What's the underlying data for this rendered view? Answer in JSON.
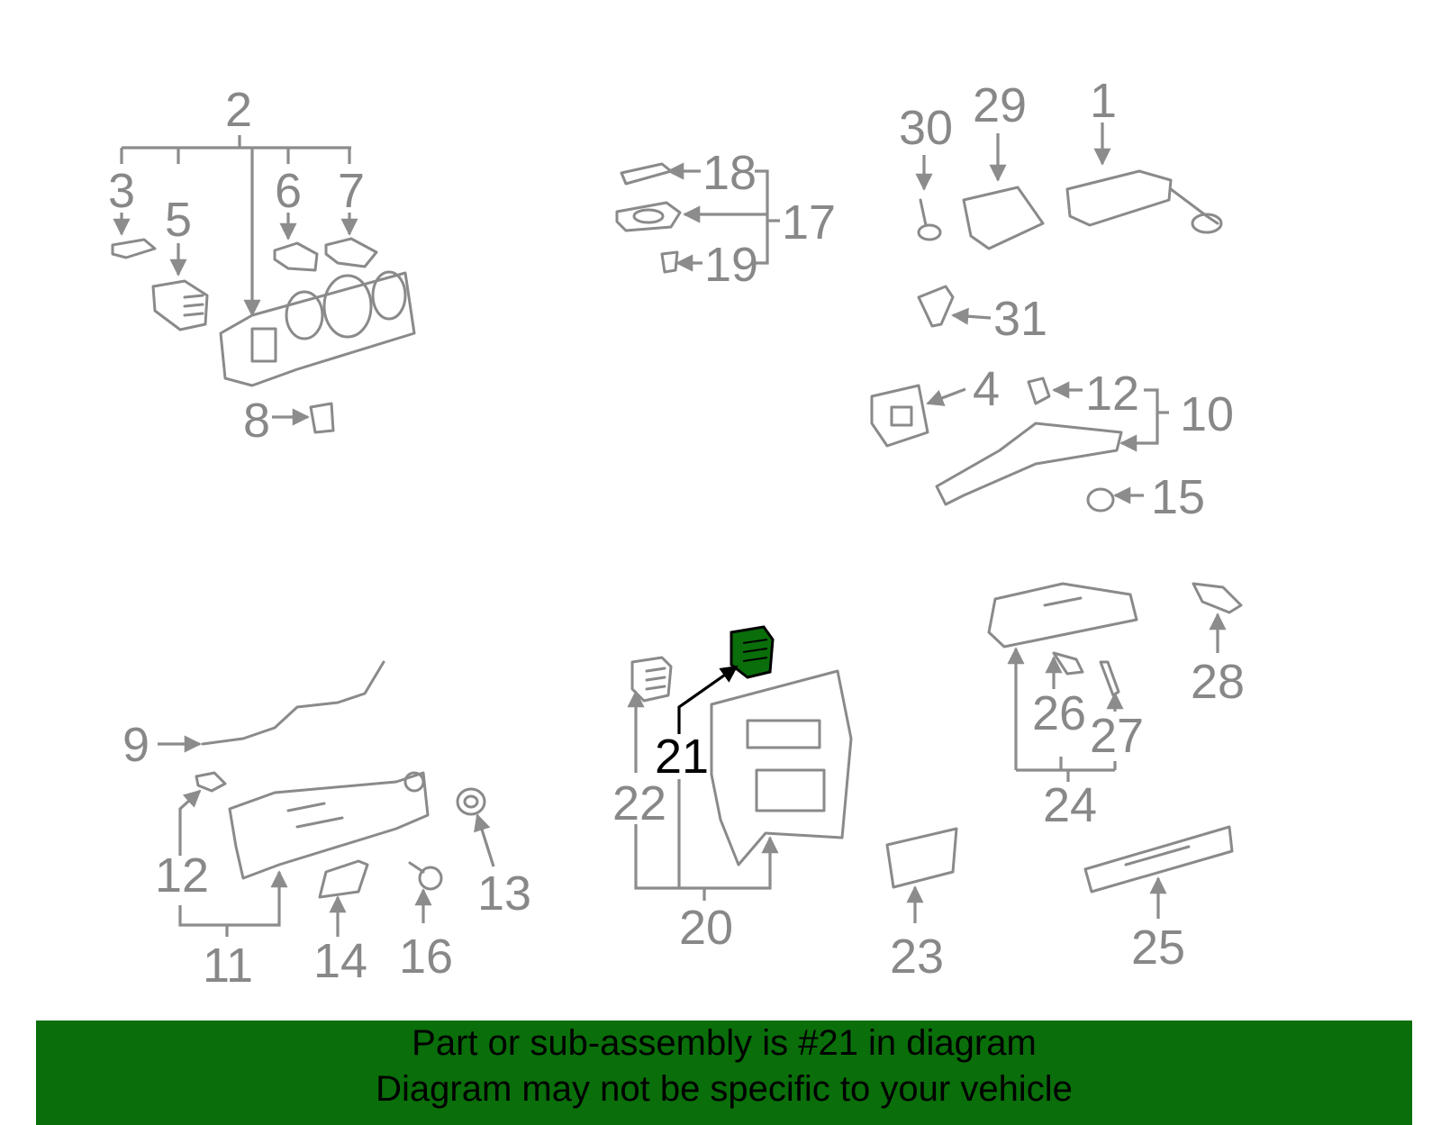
{
  "diagram": {
    "highlighted_part": "21",
    "colors": {
      "highlight_fill": "#0a6e0a",
      "line": "#8c8c8c",
      "label": "#888888",
      "banner": "#0a6e0a"
    },
    "callouts": [
      "1",
      "2",
      "3",
      "4",
      "5",
      "6",
      "7",
      "8",
      "9",
      "10",
      "11",
      "12",
      "12",
      "13",
      "14",
      "15",
      "16",
      "17",
      "18",
      "19",
      "20",
      "21",
      "22",
      "23",
      "24",
      "25",
      "26",
      "27",
      "28",
      "29",
      "30",
      "31"
    ]
  },
  "banner": {
    "line1": "Part or sub-assembly is #21 in diagram",
    "line2": "Diagram may not be specific to your vehicle"
  }
}
